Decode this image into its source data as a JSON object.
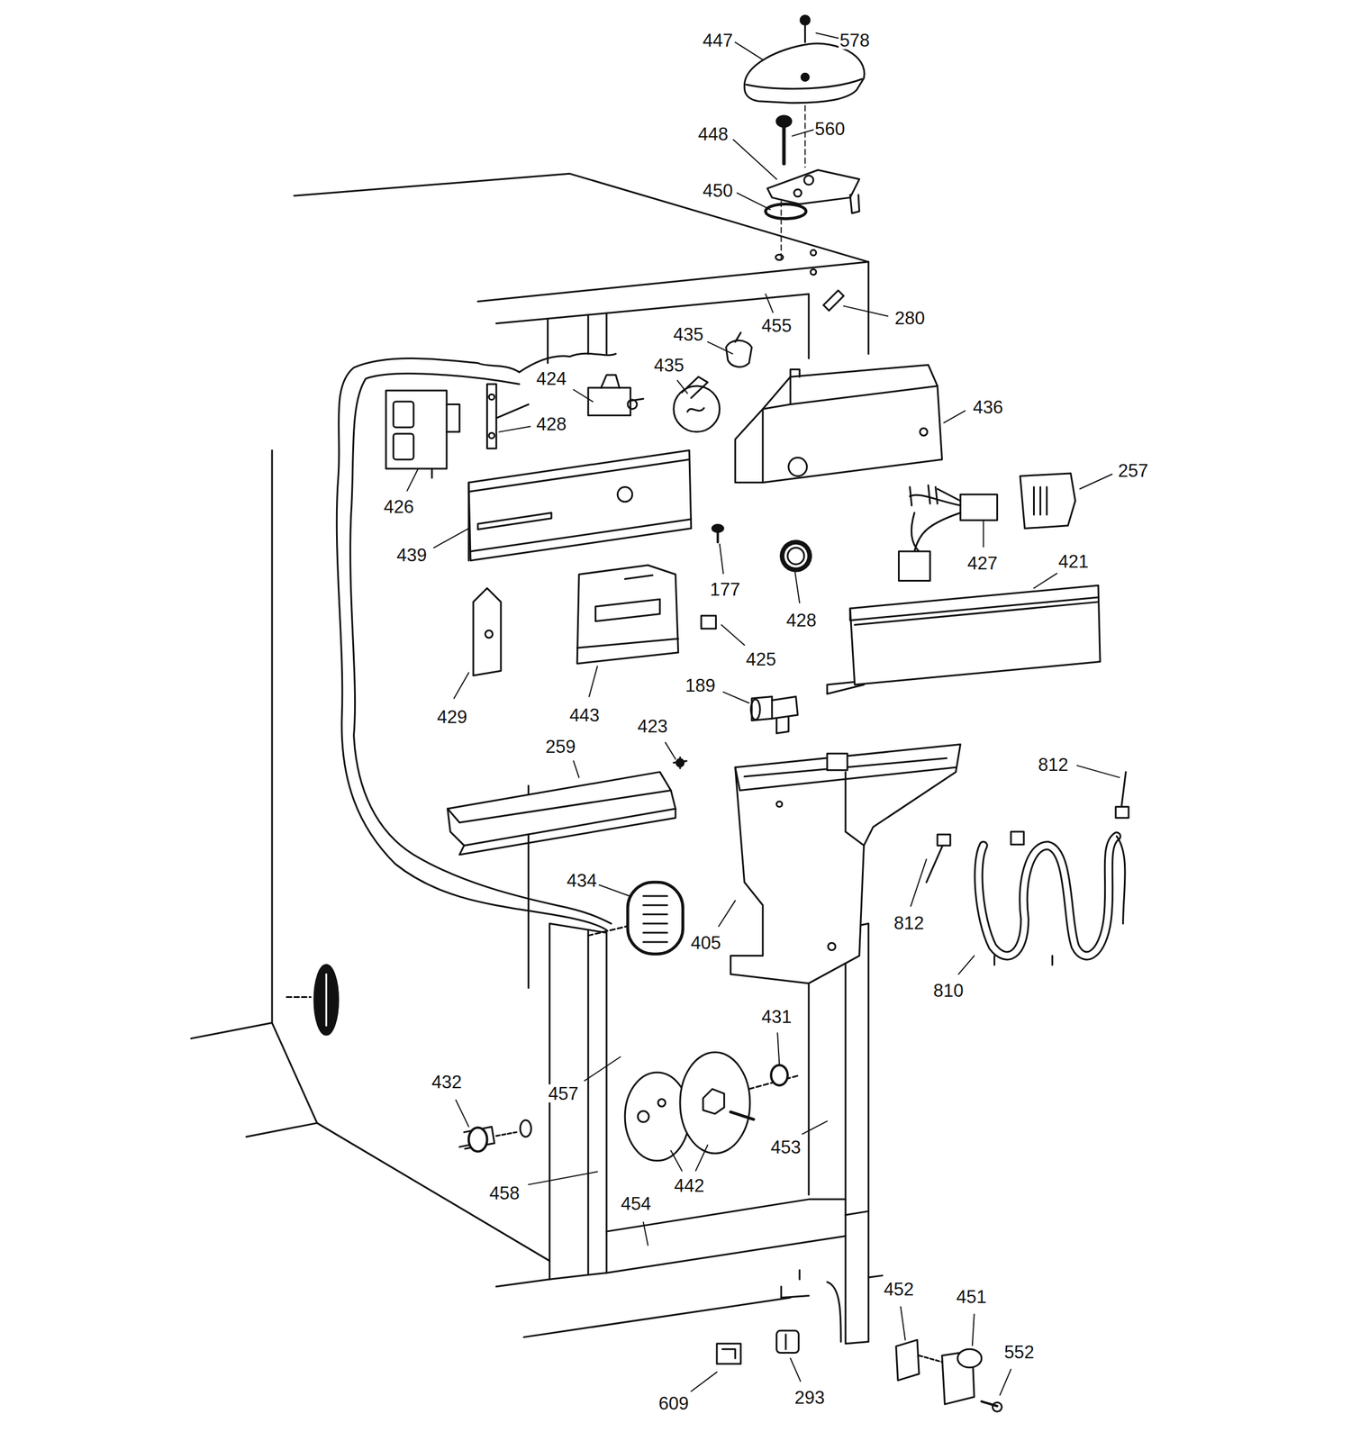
{
  "diagram": {
    "labels": [
      "578",
      "447",
      "560",
      "448",
      "450",
      "455",
      "280",
      "435",
      "435",
      "424",
      "436",
      "426",
      "428",
      "257",
      "439",
      "177",
      "427",
      "421",
      "428",
      "425",
      "429",
      "443",
      "189",
      "423",
      "259",
      "812",
      "434",
      "405",
      "812",
      "810",
      "431",
      "432",
      "457",
      "453",
      "442",
      "458",
      "454",
      "452",
      "451",
      "552",
      "609",
      "293"
    ]
  }
}
